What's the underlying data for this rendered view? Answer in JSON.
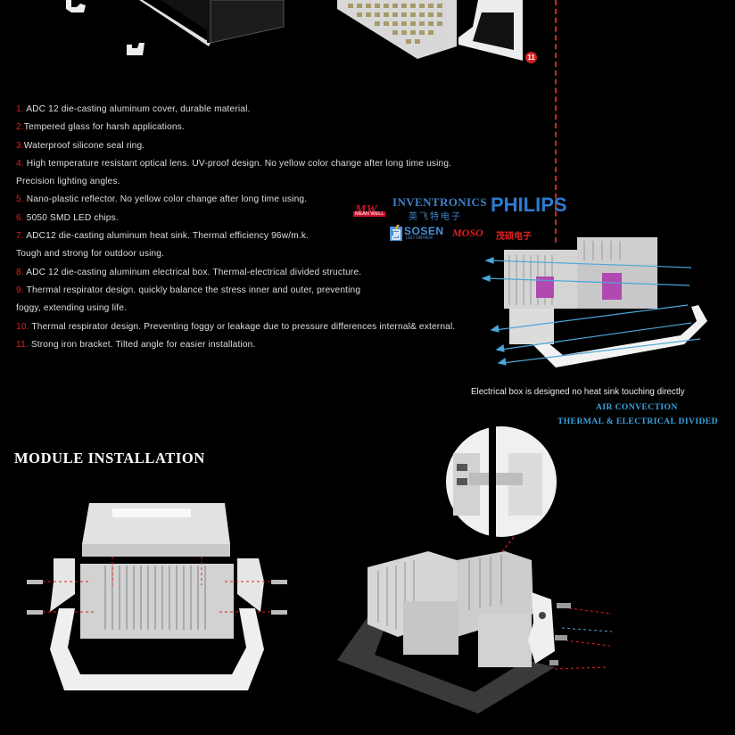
{
  "features": [
    {
      "num": "1.",
      "text": " ADC 12 die-casting aluminum cover, durable material."
    },
    {
      "num": "2.",
      "text": "Tempered glass for harsh applications."
    },
    {
      "num": "3.",
      "text": "Waterproof silicone seal ring."
    },
    {
      "num": "4.",
      "text": " High temperature resistant optical lens. UV-proof design. No yellow color change after long time using."
    },
    {
      "num": "",
      "text": "Precision lighting angles."
    },
    {
      "num": "5.",
      "text": " Nano-plastic reflector. No yellow color change after long time using."
    },
    {
      "num": "6.",
      "text": " 5050 SMD LED chips."
    },
    {
      "num": "7.",
      "text": " ADC12 die-casting aluminum heat sink. Thermal efficiency 96w/m.k."
    },
    {
      "num": "",
      "text": "Tough and strong for outdoor using."
    },
    {
      "num": "8.",
      "text": " ADC 12 die-casting aluminum electrical box. Thermal-electrical divided structure."
    },
    {
      "num": "9.",
      "text": " Thermal respirator design. quickly balance the stress inner and outer, preventing"
    },
    {
      "num": "",
      "text": "foggy, extending using life."
    },
    {
      "num": "10.",
      "text": " Thermal respirator design. Preventing foggy or leakage due to pressure differences internal& external."
    },
    {
      "num": "11.",
      "text": " Strong iron bracket. Tilted angle for easier installation."
    }
  ],
  "callout_number": "11",
  "brands": {
    "meanwell": "MEAN WELL",
    "meanwell_mark": "MW",
    "inventronics": "INVENTRONICS",
    "inventronics_cn": "英飞特电子",
    "philips": "PHILIPS",
    "sosen": "SOSEN",
    "sosen_sub": "LED DRIVER",
    "moso": "MOSO",
    "moso_cn": "茂硕电子"
  },
  "captions": {
    "electrical_box": "Electrical box is designed no heat sink touching directly",
    "air_convection": "AIR CONVECTION",
    "thermal_divided": "THERMAL & ELECTRICAL DIVIDED"
  },
  "section_heading": "MODULE INSTALLATION",
  "colors": {
    "accent_red": "#e02020",
    "accent_blue": "#3aa3e0",
    "background": "#000000"
  }
}
